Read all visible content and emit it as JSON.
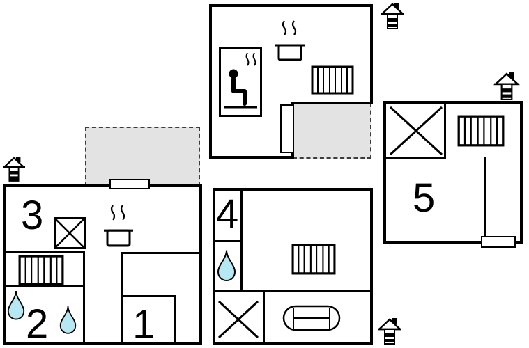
{
  "rooms": [
    {
      "number": "1"
    },
    {
      "number": "2"
    },
    {
      "number": "3"
    },
    {
      "number": "4"
    },
    {
      "number": "5"
    }
  ],
  "colors": {
    "walls": "#000000",
    "terrace_fill": "#e3e3e3",
    "terrace_border": "#3c3c3c",
    "water_drop_fill": "#b5e8f2",
    "icon_stroke": "#000000",
    "background": "#ffffff"
  },
  "icons": {
    "sauna-icon": "person seated on bench with steam",
    "cooking-pot-icon": "pot with rising steam",
    "radiator-icon": "rectangle with vertical bars",
    "water-drop-icon": "teardrop (bath/shower)",
    "crossed-box-icon": "square with diagonal cross",
    "cross-icon": "diagonal cross",
    "sofa-icon": "sofa seen from above",
    "chimney-icon": "roof with chimney stack",
    "door-opening": "white rectangle across wall"
  }
}
